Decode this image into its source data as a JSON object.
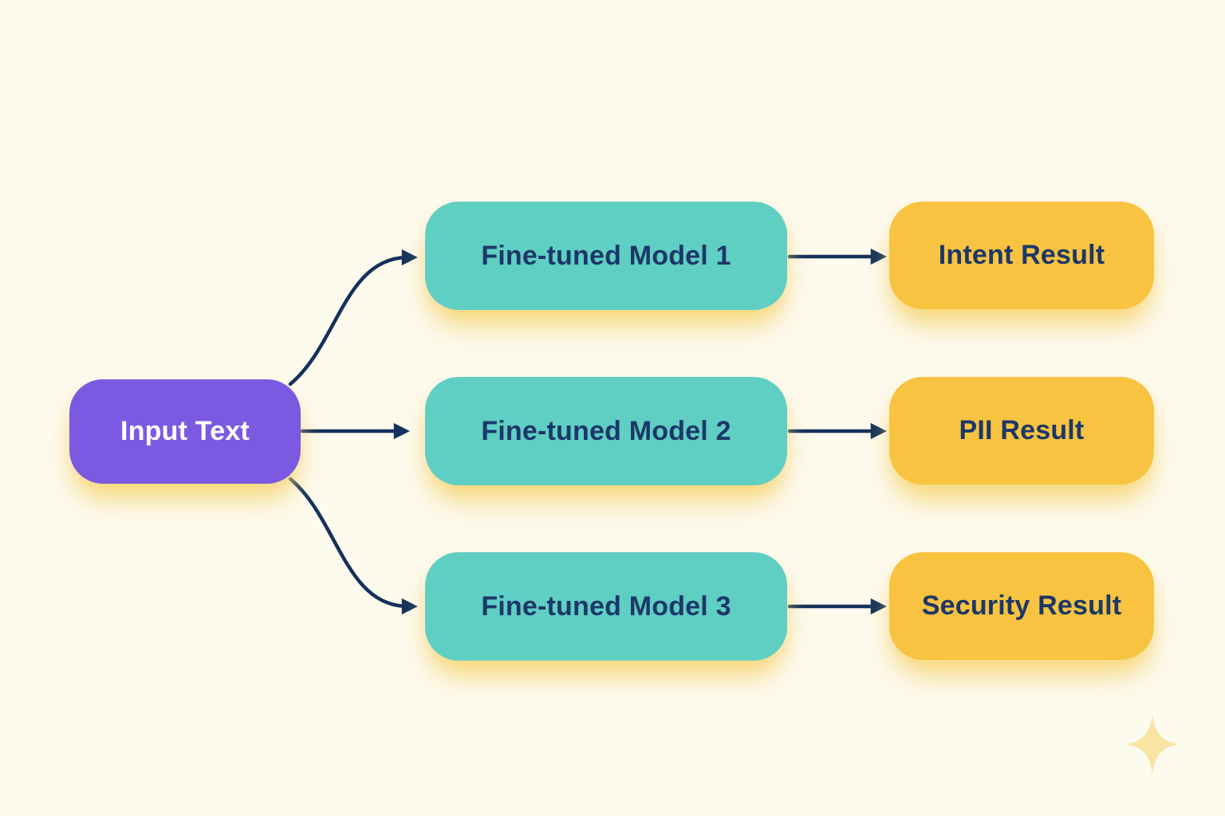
{
  "palette": {
    "background": "#FDFAEE",
    "input-fill": "#7B5AE1",
    "model-fill": "#5FCFC3",
    "result-fill": "#F7C340",
    "dark-text": "#1C3768",
    "light-text": "#FFFFFF",
    "arrow": "#14305C",
    "sparkle": "#F8E5A3"
  },
  "diagram": {
    "type": "flowchart",
    "input": {
      "label": "Input Text"
    },
    "models": [
      {
        "label": "Fine-tuned Model 1"
      },
      {
        "label": "Fine-tuned Model 2"
      },
      {
        "label": "Fine-tuned Model 3"
      }
    ],
    "results": [
      {
        "label": "Intent Result"
      },
      {
        "label": "PII Result"
      },
      {
        "label": "Security Result"
      }
    ],
    "edges": [
      {
        "from": "input-text",
        "to": "fine-tuned-model-1"
      },
      {
        "from": "input-text",
        "to": "fine-tuned-model-2"
      },
      {
        "from": "input-text",
        "to": "fine-tuned-model-3"
      },
      {
        "from": "fine-tuned-model-1",
        "to": "intent-result"
      },
      {
        "from": "fine-tuned-model-2",
        "to": "pii-result"
      },
      {
        "from": "fine-tuned-model-3",
        "to": "security-result"
      }
    ],
    "decorations": [
      {
        "name": "sparkle",
        "shape": "four-point-star"
      }
    ]
  }
}
